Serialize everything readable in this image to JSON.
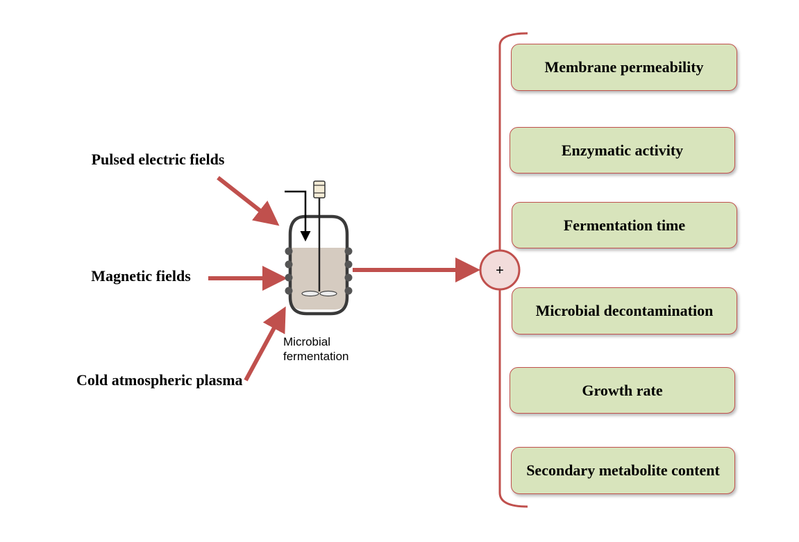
{
  "inputs": {
    "pulsed": "Pulsed electric fields",
    "magnetic": "Magnetic fields",
    "cold": "Cold atmospheric plasma"
  },
  "vessel_label": "Microbial fermentation",
  "plus_symbol": "+",
  "outcomes": [
    "Membrane permeability",
    "Enzymatic activity",
    "Fermentation time",
    "Microbial decontamination",
    "Growth rate",
    "Secondary metabolite content"
  ],
  "colors": {
    "arrow": "#c0504d",
    "box_fill": "#d8e4bc",
    "box_border": "#c0504d",
    "plus_fill": "#f2dcdb",
    "liquid": "#d5cbc0",
    "vessel_outline": "#3a3a3a"
  }
}
